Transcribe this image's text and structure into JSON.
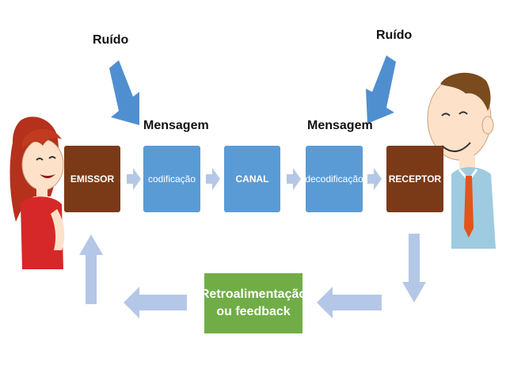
{
  "noise_left": "Ruído",
  "noise_right": "Ruído",
  "message_left": "Mensagem",
  "message_right": "Mensagem",
  "boxes": {
    "sender": "EMISSOR",
    "encoding": "codificação",
    "channel": "CANAL",
    "decoding": "decodificação",
    "receiver": "RECEPTOR"
  },
  "feedback": {
    "line1": "Retroalimentação",
    "line2": "ou feedback"
  },
  "colors": {
    "sender_receiver": "#7b3a17",
    "process_box": "#5b9bd5",
    "feedback_box": "#70ad47",
    "arrow_light": "#b4c7e7",
    "noise_arrow": "#4f8fd0"
  }
}
